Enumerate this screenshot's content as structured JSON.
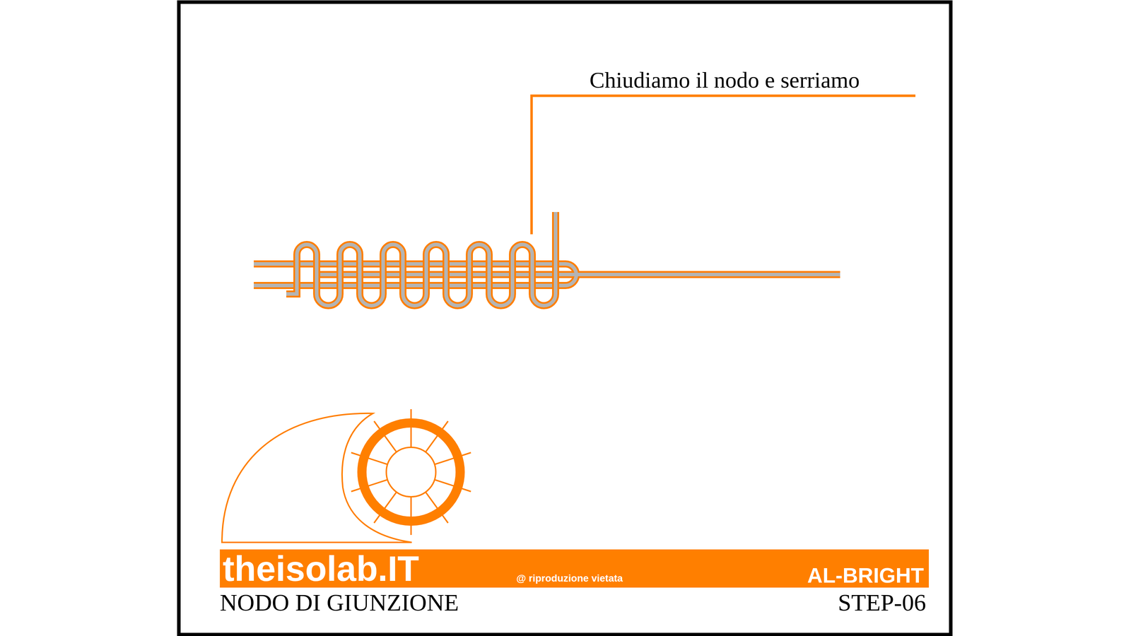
{
  "diagram": {
    "nodes": [
      {
        "text": [
          "theisolab.IT",
          "@ riproduzione vietata",
          "AL-BRIGHT"
        ]
      }
    ],
    "labels": [
      "Chiudiamo il nodo e serriamo",
      "NODO DI GIUNZIONE",
      "STEP-06"
    ]
  }
}
